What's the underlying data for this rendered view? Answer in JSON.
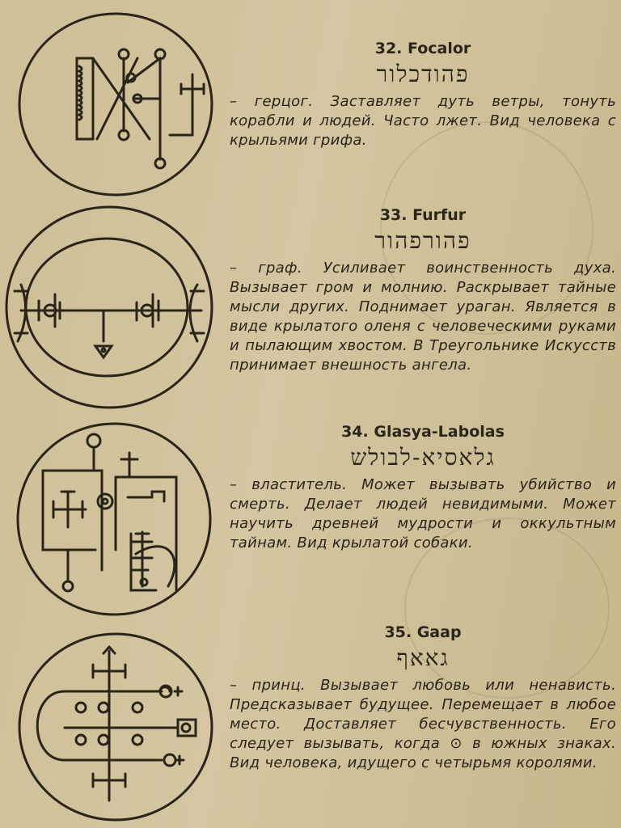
{
  "entries": [
    {
      "title": "32. Focalor",
      "hebrew": "פהודכלור",
      "text": "– герцог. Заставляет дуть ветры, тонуть корабли и людей. Часто лжет. Вид человека с крыльями грифа."
    },
    {
      "title": "33. Furfur",
      "hebrew": "פהורפהור",
      "text": "– граф. Усиливает воинственность духа. Вызывает гром и молнию. Раскрывает тайные мысли других. Поднимает ураган. Является в виде крылатого оленя с человеческими руками и пылающим хвостом. В Треугольнике Искусств принимает внешность ангела."
    },
    {
      "title": "34. Glasya-Labolas",
      "hebrew": "גלאסיא-לבולש",
      "text": "– властитель. Может вызывать убийство и смерть. Делает людей невидимыми. Может научить древней мудрости и оккультным тайнам. Вид крылатой собаки."
    },
    {
      "title": "35. Gaap",
      "hebrew": "גאאף",
      "text": "– принц. Вызывает любовь или ненависть. Предсказывает будущее. Перемещает в любое место. Доставляет бесчувственность. Его следует вызывать, когда ⊙ в южных знаках. Вид человека, идущего с четырьмя королями."
    }
  ]
}
